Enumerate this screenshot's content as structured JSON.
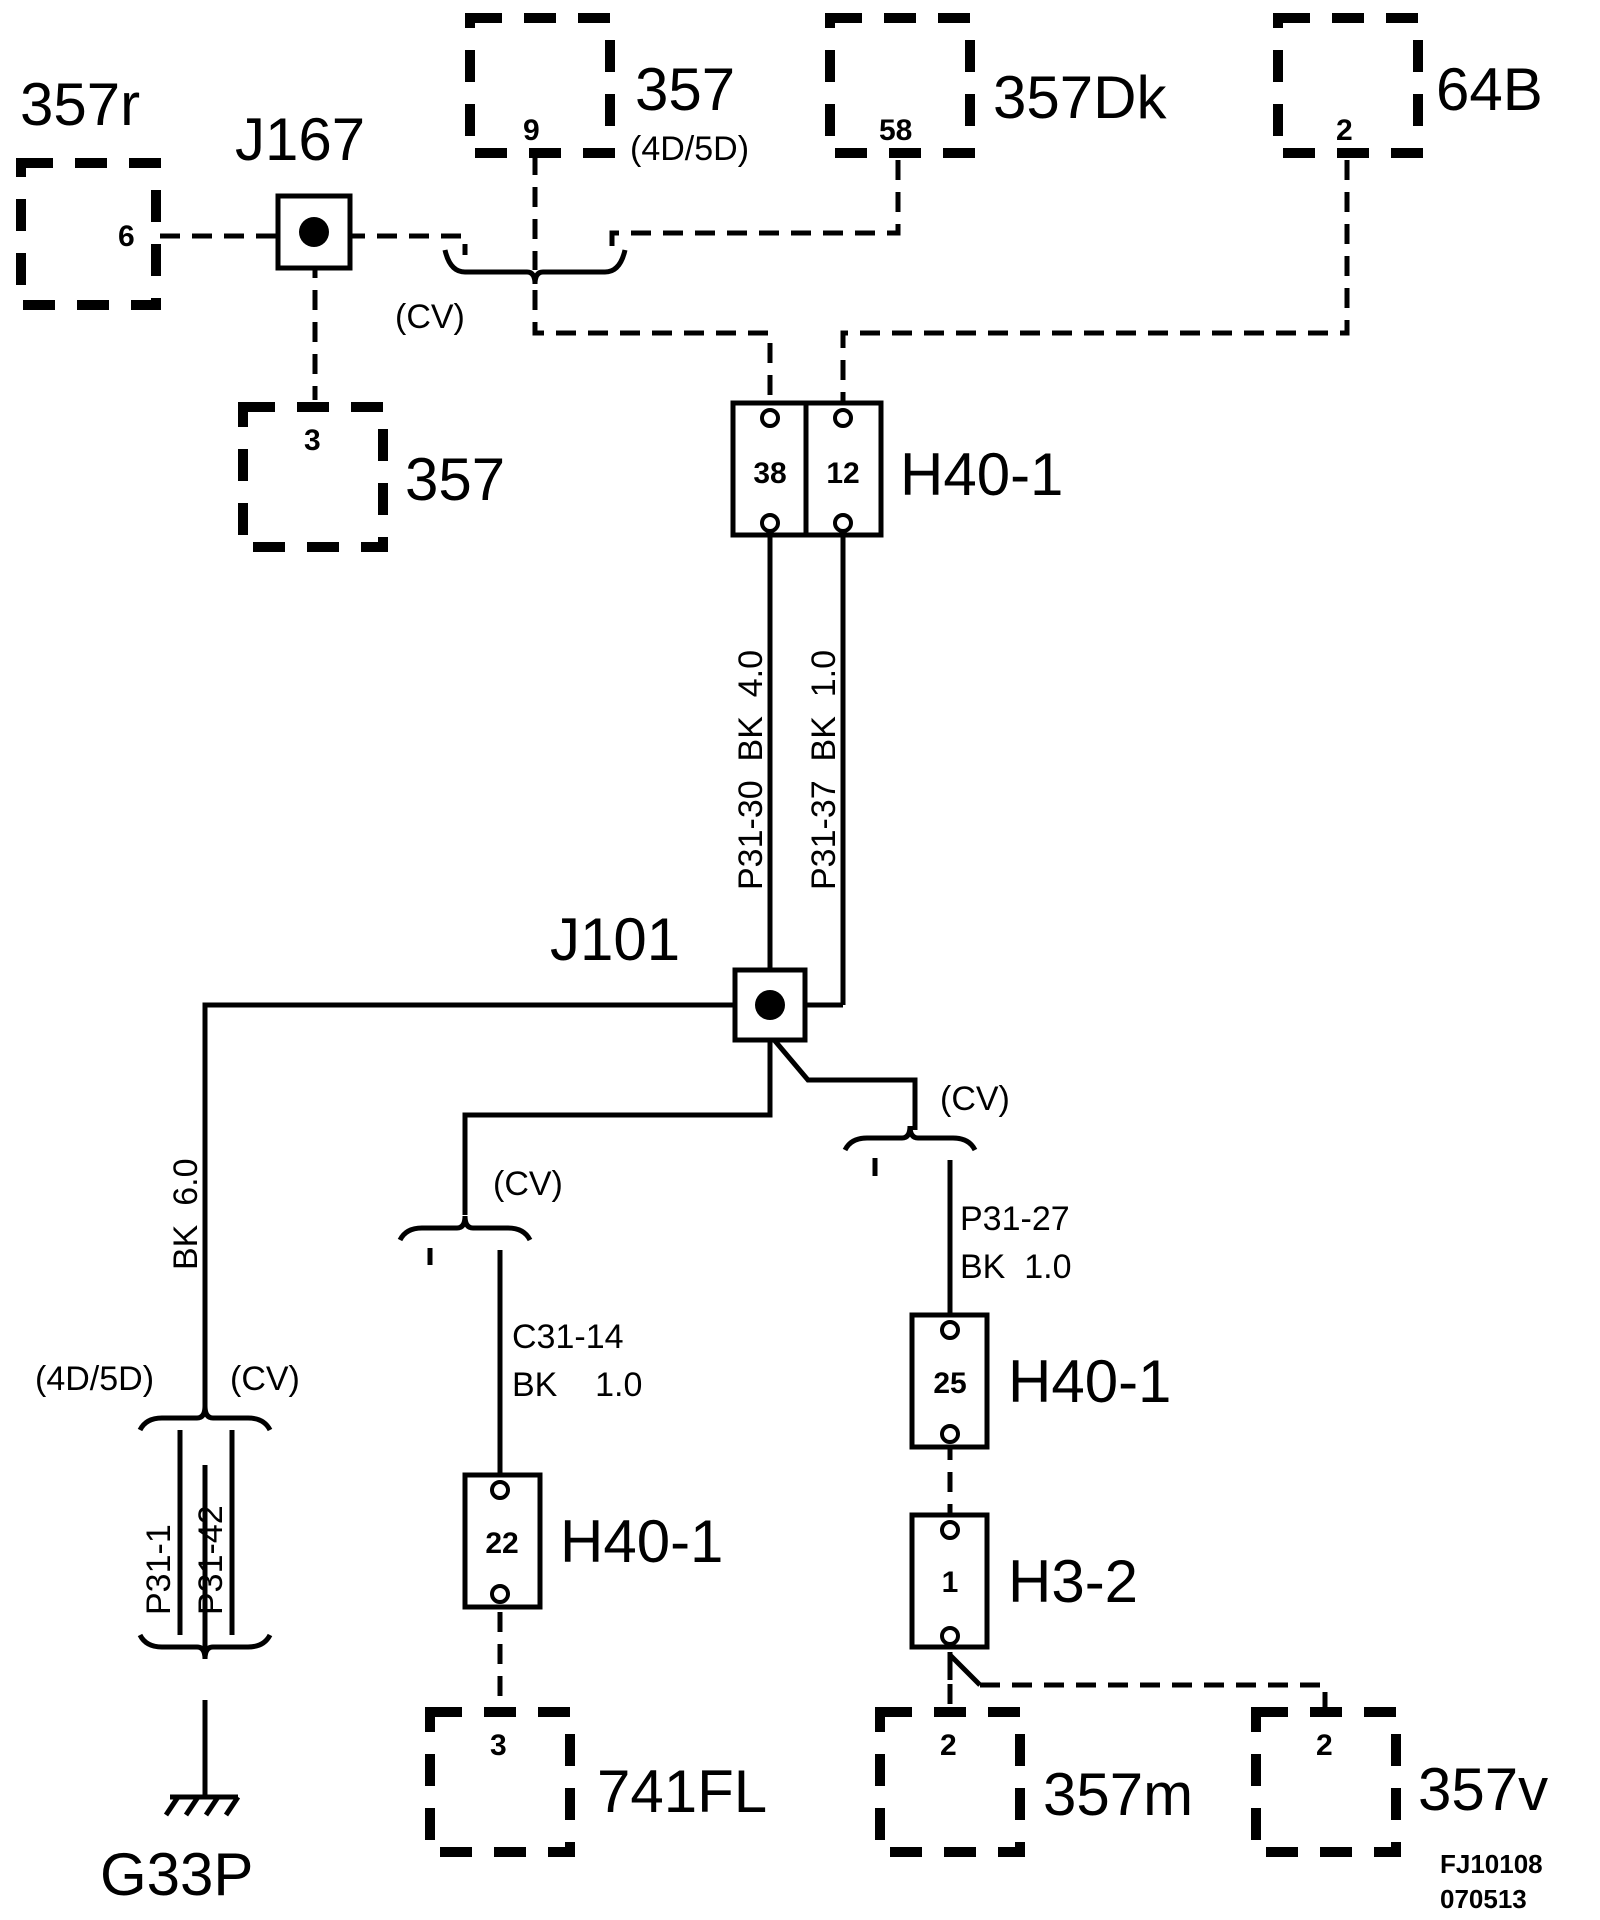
{
  "connectors": {
    "c357r": {
      "name": "357r",
      "pin": "6"
    },
    "c357top": {
      "name": "357",
      "sub": "(4D/5D)",
      "pin": "9"
    },
    "c357dk": {
      "name": "357Dk",
      "pin": "58"
    },
    "c64b": {
      "name": "64B",
      "pin": "2"
    },
    "c357": {
      "name": "357",
      "pin": "3"
    },
    "c741fl": {
      "name": "741FL",
      "pin": "3"
    },
    "c357m": {
      "name": "357m",
      "pin": "2"
    },
    "c357v": {
      "name": "357v",
      "pin": "2"
    }
  },
  "junctions": {
    "j167": "J167",
    "j101": "J101"
  },
  "inline": {
    "h40_top": {
      "name": "H40-1",
      "pins": [
        "38",
        "12"
      ]
    },
    "h40_22": {
      "name": "H40-1",
      "pin": "22"
    },
    "h40_25": {
      "name": "H40-1",
      "pin": "25"
    },
    "h3_2": {
      "name": "H3-2",
      "pin": "1"
    }
  },
  "wires": {
    "p31_30": "P31-30  BK  4.0",
    "p31_37": "P31-37  BK  1.0",
    "bk60": "BK  6.0",
    "c31_14_a": "C31-14",
    "c31_14_b": "BK    1.0",
    "p31_27_a": "P31-27",
    "p31_27_b": "BK  1.0",
    "p31_1": "P31-1",
    "p31_42": "P31-42"
  },
  "options": {
    "cv": "(CV)",
    "d45": "(4D/5D)"
  },
  "ground": "G33P",
  "footer": {
    "line1": "FJ10108",
    "line2": "070513"
  }
}
